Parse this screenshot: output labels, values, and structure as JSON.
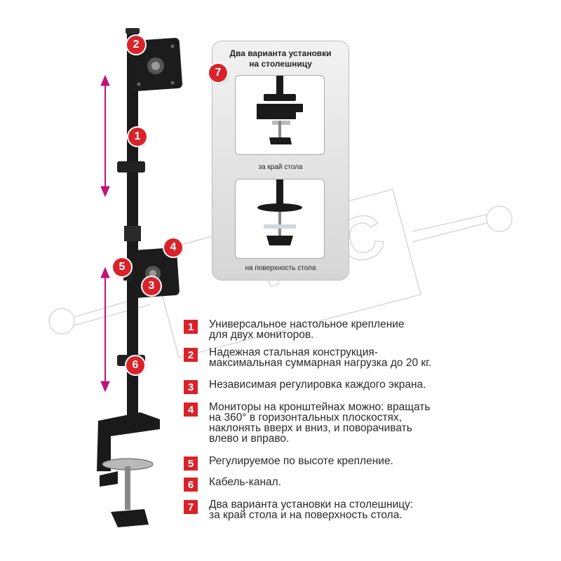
{
  "watermark": {
    "text": "КНС"
  },
  "panel": {
    "title_line1": "Два варианта установки",
    "title_line2": "на столешницу",
    "badge": "7",
    "caption_top": "за край стола",
    "caption_bottom": "на поверхность стола"
  },
  "image_badges": [
    "1",
    "2",
    "3",
    "4",
    "5",
    "6"
  ],
  "features": [
    {
      "num": "1",
      "line1": "Универсальное настольное крепление",
      "line2": "для двух мониторов."
    },
    {
      "num": "2",
      "line1": "Надежная стальная конструкция-",
      "line2": "максимальная суммарная нагрузка до 20 кг."
    },
    {
      "num": "3",
      "line1": "Независимая регулировка каждого экрана."
    },
    {
      "num": "4",
      "line1": "Мониторы на кронштейнах можно: вращать",
      "line2": "на 360° в горизонтальных плоскостях,",
      "line3": "наклонять вверх и вниз, и поворачивать",
      "line4": "влево и вправо."
    },
    {
      "num": "5",
      "line1": "Регулируемое по высоте крепление."
    },
    {
      "num": "6",
      "line1": "Кабель-канал."
    },
    {
      "num": "7",
      "line1": "Два варианта установки на столешницу:",
      "line2": "за край стола и на поверхность стола."
    }
  ],
  "colors": {
    "accent_red": "#d9222a",
    "arrow_magenta": "#c0137a",
    "pole_black": "#1a1a1a"
  }
}
